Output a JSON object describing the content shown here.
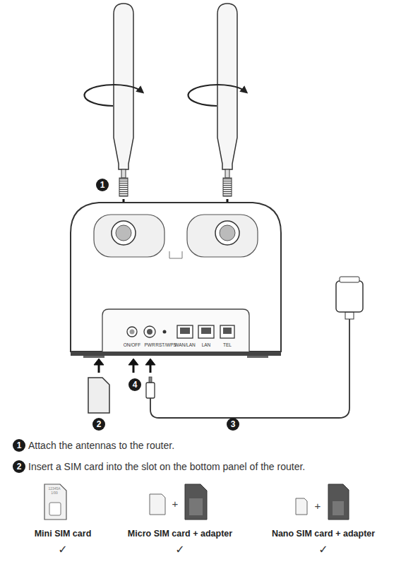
{
  "diagram": {
    "labels": [
      "1",
      "2",
      "3",
      "4",
      "ON/OFF",
      "PWR",
      "RST/WPS",
      "WAN/LAN",
      "LAN",
      "TEL",
      "12345A",
      "1/99",
      "1",
      "Attach the antennas to the router.",
      "2",
      "Insert a SIM card into the slot on the bottom panel of the router.",
      "+",
      "+",
      "Mini SIM card",
      "Micro SIM card + adapter",
      "Nano SIM card + adapter",
      "✓",
      "✓",
      "✓"
    ]
  }
}
